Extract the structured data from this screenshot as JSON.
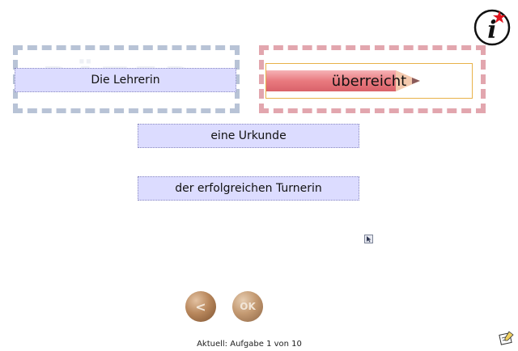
{
  "drop_zones": {
    "left_watermark": "PÄTER",
    "left_zone_color": "#b8c3d6",
    "right_zone_color": "#e2a6ae"
  },
  "cards": {
    "subject": "Die Lehrerin",
    "verb": "überreicht",
    "object_accusative": "eine Urkunde",
    "object_dative": "der erfolgreichen Turnerin"
  },
  "colors": {
    "card_bg": "#dcdcff",
    "verb_border": "#e8b24a",
    "pencil": "#e97a7f"
  },
  "icons": {
    "help": "info-star-icon",
    "tiny": "cursor-icon",
    "note": "edit-note-icon"
  },
  "nav": {
    "back_label": "<",
    "ok_label": "OK"
  },
  "status": {
    "text": "Aktuell: Aufgabe 1 von 10"
  }
}
